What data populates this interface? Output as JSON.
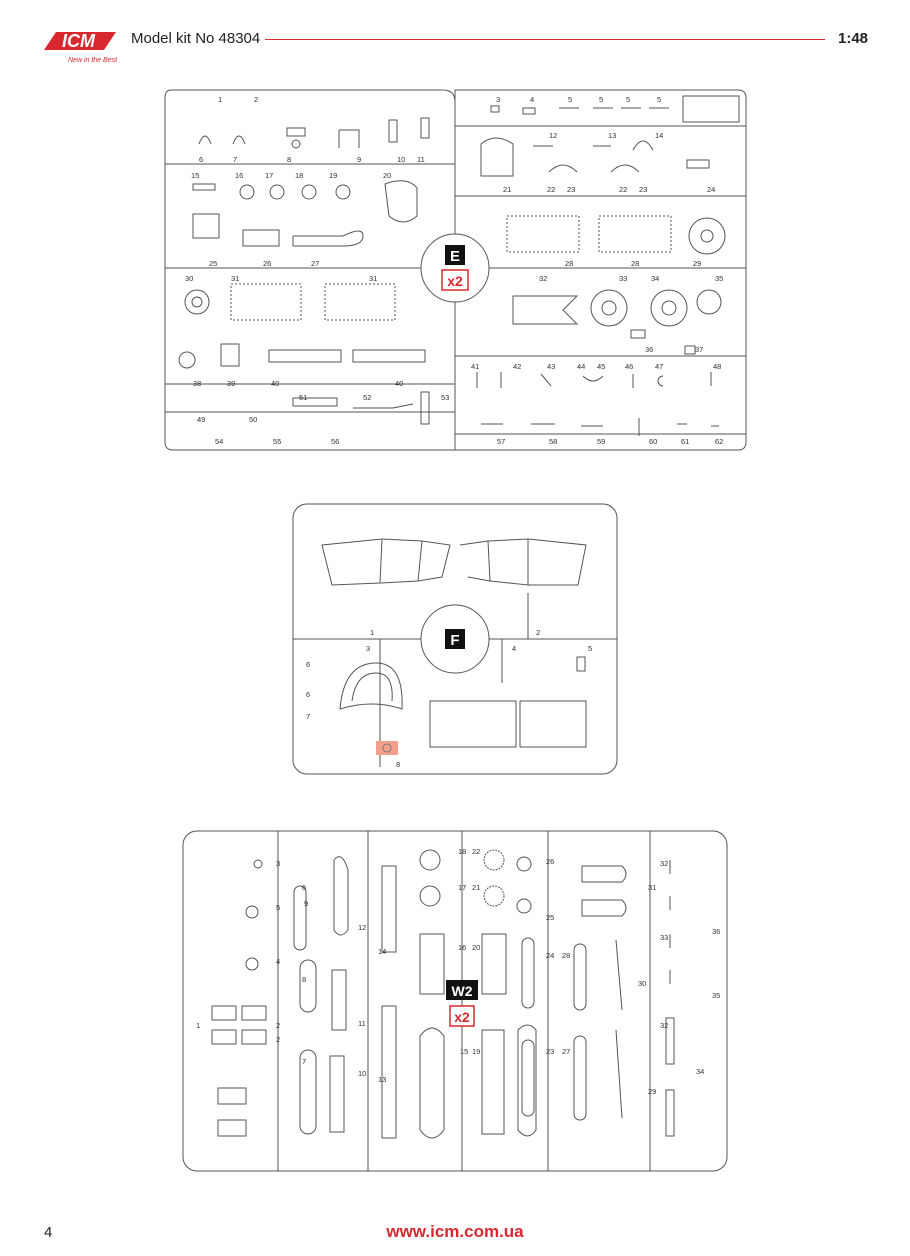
{
  "header": {
    "logo_text": "ICM",
    "logo_tagline": "New in the Best",
    "kit_title": "Model kit No 48304",
    "scale": "1:48",
    "brand_color": "#d9282f"
  },
  "sprue_e": {
    "letter": "E",
    "multiplier": "x2",
    "labels": [
      "1",
      "2",
      "3",
      "4",
      "5",
      "5",
      "5",
      "5",
      "6",
      "7",
      "8",
      "9",
      "10",
      "11",
      "12",
      "13",
      "14",
      "15",
      "16",
      "17",
      "18",
      "19",
      "20",
      "21",
      "22",
      "23",
      "22",
      "23",
      "24",
      "25",
      "26",
      "27",
      "28",
      "28",
      "29",
      "30",
      "31",
      "31",
      "32",
      "33",
      "34",
      "35",
      "36",
      "37",
      "38",
      "39",
      "40",
      "40",
      "41",
      "42",
      "43",
      "44",
      "45",
      "46",
      "47",
      "48",
      "49",
      "50",
      "51",
      "52",
      "53",
      "54",
      "55",
      "56",
      "57",
      "58",
      "59",
      "60",
      "61",
      "62"
    ]
  },
  "sprue_f": {
    "letter": "F",
    "labels": [
      "1",
      "2",
      "3",
      "4",
      "5",
      "6",
      "6",
      "7",
      "8"
    ]
  },
  "sprue_w2": {
    "letter": "W2",
    "multiplier": "x2",
    "labels": [
      "1",
      "2",
      "2",
      "3",
      "4",
      "5",
      "6",
      "7",
      "8",
      "9",
      "10",
      "11",
      "12",
      "13",
      "14",
      "15",
      "16",
      "17",
      "18",
      "19",
      "20",
      "21",
      "22",
      "23",
      "24",
      "25",
      "26",
      "27",
      "28",
      "29",
      "30",
      "31",
      "32",
      "32",
      "33",
      "34",
      "35",
      "36"
    ]
  },
  "footer": {
    "page_number": "4",
    "url": "www.icm.com.ua"
  }
}
